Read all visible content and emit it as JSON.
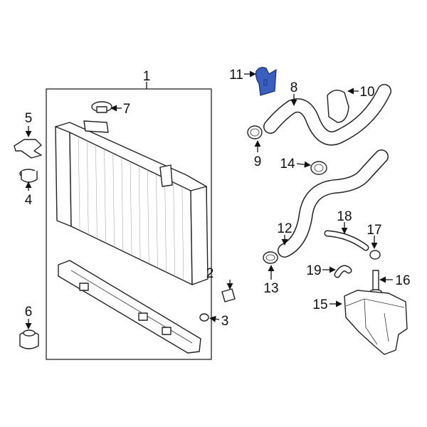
{
  "diagram": {
    "highlight_color": "#3a5fc0",
    "highlighted_part": "11",
    "callouts": [
      "1",
      "2",
      "3",
      "4",
      "5",
      "6",
      "7",
      "8",
      "9",
      "10",
      "11",
      "12",
      "13",
      "14",
      "15",
      "16",
      "17",
      "18",
      "19"
    ]
  }
}
